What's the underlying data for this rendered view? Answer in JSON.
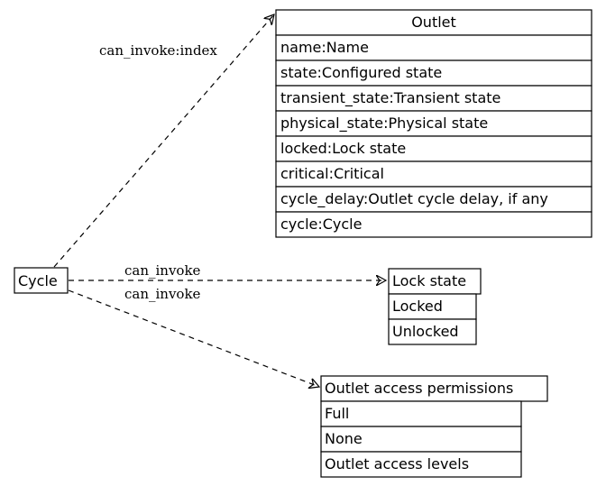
{
  "nodes": {
    "cycle": {
      "label": "Cycle"
    },
    "outlet": {
      "title": "Outlet",
      "rows": [
        "name:Name",
        "state:Configured state",
        "transient_state:Transient state",
        "physical_state:Physical state",
        "locked:Lock state",
        "critical:Critical",
        "cycle_delay:Outlet cycle delay, if any",
        "cycle:Cycle"
      ]
    },
    "lock_state": {
      "title": "Lock state",
      "rows": [
        "Locked",
        "Unlocked"
      ]
    },
    "permissions": {
      "title": "Outlet access permissions",
      "rows": [
        "Full",
        "None",
        "Outlet access levels"
      ]
    }
  },
  "edges": {
    "to_outlet": {
      "label": "can_invoke:index"
    },
    "to_lock": {
      "label": "can_invoke"
    },
    "to_permissions": {
      "label": "can_invoke"
    }
  },
  "colors": {
    "line": "#000000",
    "fill": "#ffffff"
  }
}
